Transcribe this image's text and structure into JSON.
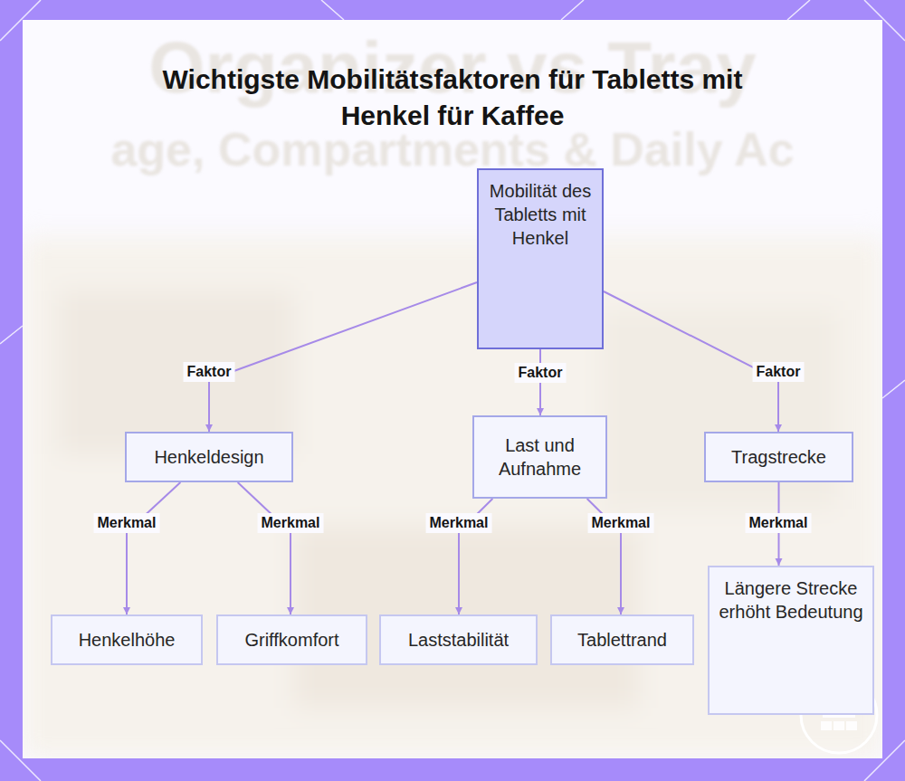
{
  "diagram": {
    "title": "Wichtigste Mobilitätsfaktoren für Tabletts mit Henkel für Kaffee",
    "nodes": [
      {
        "text": [
          "Mobilität des Tabletts mit Henkel"
        ]
      },
      {
        "text": [
          "Henkeldesign"
        ]
      },
      {
        "text": [
          "Last und Aufnahme"
        ]
      },
      {
        "text": [
          "Tragstrecke"
        ]
      },
      {
        "text": [
          "Henkelhöhe"
        ]
      },
      {
        "text": [
          "Griffkomfort"
        ]
      },
      {
        "text": [
          "Laststabilität"
        ]
      },
      {
        "text": [
          "Tablettrand"
        ]
      },
      {
        "text": [
          "Längere Strecke erhöht Bedeutung"
        ]
      }
    ],
    "edges": [
      {
        "from": 0,
        "to": 1,
        "arrow": "to",
        "label": "Faktor"
      },
      {
        "from": 0,
        "to": 2,
        "arrow": "to",
        "label": "Faktor"
      },
      {
        "from": 0,
        "to": 3,
        "arrow": "to",
        "label": "Faktor"
      },
      {
        "from": 1,
        "to": 4,
        "arrow": "to",
        "label": "Merkmal"
      },
      {
        "from": 1,
        "to": 5,
        "arrow": "to",
        "label": "Merkmal"
      },
      {
        "from": 2,
        "to": 6,
        "arrow": "to",
        "label": "Merkmal"
      },
      {
        "from": 2,
        "to": 7,
        "arrow": "to",
        "label": "Merkmal"
      },
      {
        "from": 3,
        "to": 8,
        "arrow": "to",
        "label": "Merkmal"
      }
    ],
    "labels": [
      "Organizer vs Tray",
      "age, Compartments & Daily Ac"
    ]
  }
}
